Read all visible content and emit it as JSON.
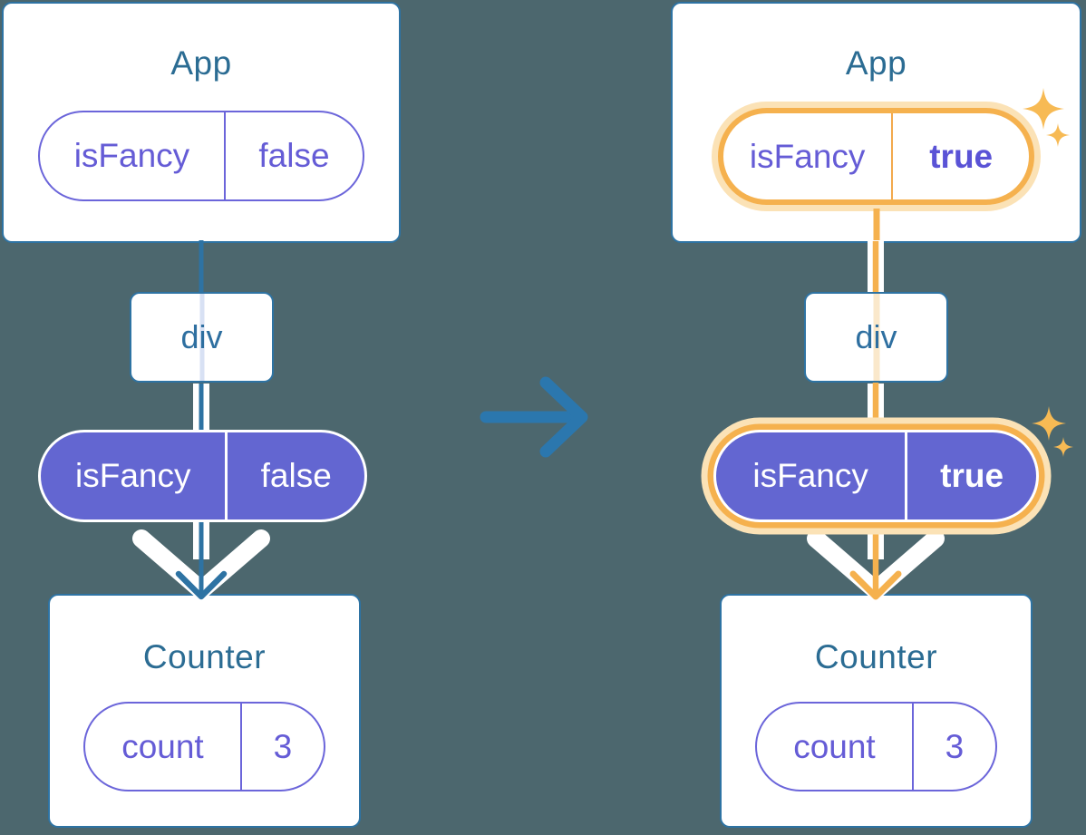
{
  "diagram": "react-state-props-tree-transition",
  "panels": [
    {
      "id": "before",
      "app": {
        "title": "App",
        "prop_name": "isFancy",
        "prop_value": "false"
      },
      "div_label": "div",
      "passed_prop": {
        "name": "isFancy",
        "value": "false"
      },
      "counter": {
        "title": "Counter",
        "state_name": "count",
        "state_value": "3"
      },
      "highlighted": false
    },
    {
      "id": "after",
      "app": {
        "title": "App",
        "prop_name": "isFancy",
        "prop_value": "true"
      },
      "div_label": "div",
      "passed_prop": {
        "name": "isFancy",
        "value": "true"
      },
      "counter": {
        "title": "Counter",
        "state_name": "count",
        "state_value": "3"
      },
      "highlighted": true
    }
  ],
  "icons": {
    "transition_arrow": "right-arrow",
    "sparkle": "four-point-star"
  },
  "colors": {
    "background": "#4C676E",
    "card_fill": "#FFFFFF",
    "card_border": "#2E73A3",
    "title_text": "#2B6C93",
    "connector_blue": "#2E73A3",
    "transition_arrow": "#2B77AE",
    "pill_purple_fill": "#6366D1",
    "pill_purple_text": "#655CD6",
    "pill_bold_value_text": "#5A53D6",
    "highlight_orange": "#F5B14E",
    "highlight_orange_pale": "#FBE2B6",
    "sparkle_orange": "#F7BA54",
    "faded_line_blue": "#D8E1F4",
    "faded_line_orange": "#FAE8CB"
  }
}
